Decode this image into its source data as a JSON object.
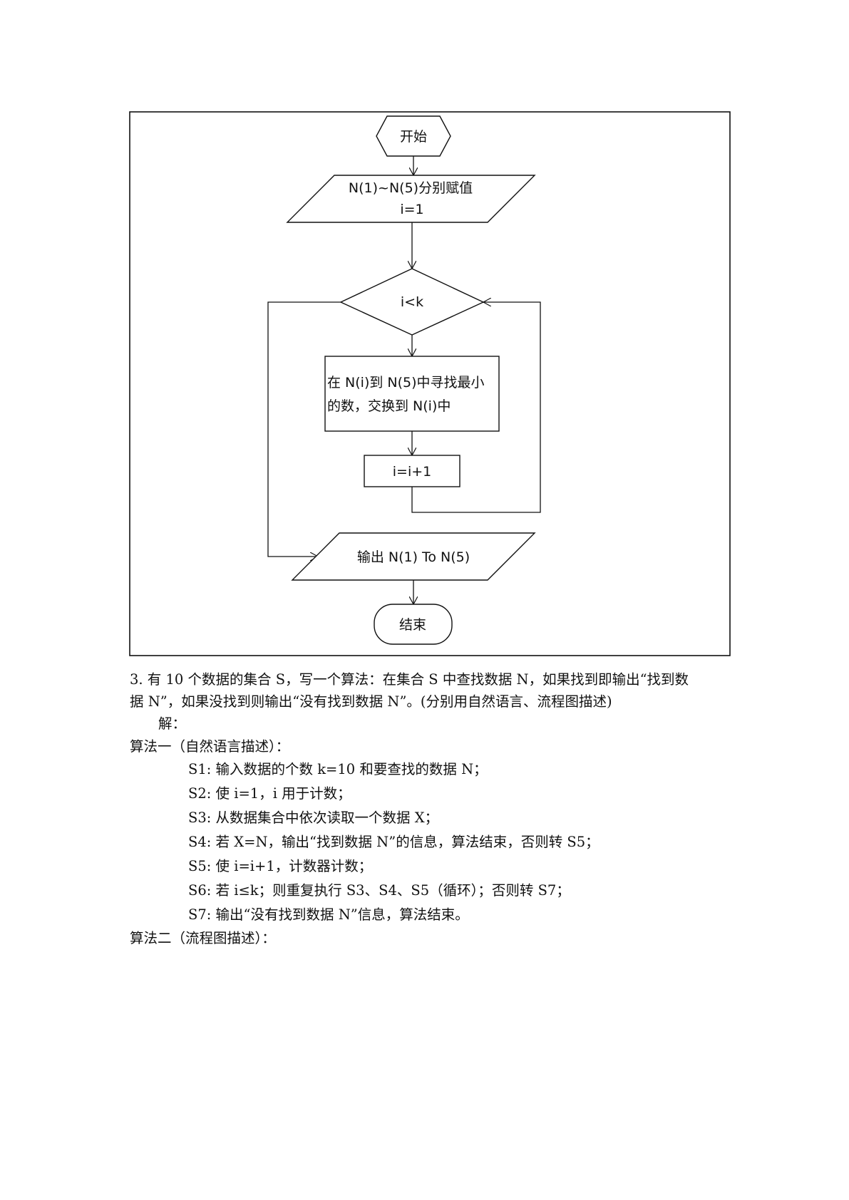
{
  "flowchart": {
    "start": "开始",
    "assign_line1": "N(1)~N(5)分别赋值",
    "assign_line2": "i=1",
    "condition": "i<k",
    "process_line1": "在 N(i)到 N(5)中寻找最小",
    "process_line2": "的数，交换到 N(i)中",
    "increment": "i=i+1",
    "output": "输出 N(1) To N(5)",
    "end": "结束"
  },
  "document": {
    "question_line1": "3. 有 10 个数据的集合 S，写一个算法：在集合 S 中查找数据 N，如果找到即输出“找到数",
    "question_line2": "据 N”，如果没找到则输出“没有找到数据 N”。(分别用自然语言、流程图描述)",
    "answer_label": "解：",
    "method1_title": "算法一（自然语言描述）：",
    "steps": [
      "S1: 输入数据的个数 k=10 和要查找的数据 N；",
      "S2: 使 i=1，i 用于计数；",
      "S3: 从数据集合中依次读取一个数据 X；",
      "S4: 若 X=N，输出“找到数据 N”的信息，算法结束，否则转 S5；",
      "S5: 使 i=i+1，计数器计数；",
      "S6: 若 i≤k；则重复执行 S3、S4、S5（循环）；否则转 S7；",
      "S7: 输出“没有找到数据 N”信息，算法结束。"
    ],
    "method2_title": "算法二（流程图描述）："
  }
}
